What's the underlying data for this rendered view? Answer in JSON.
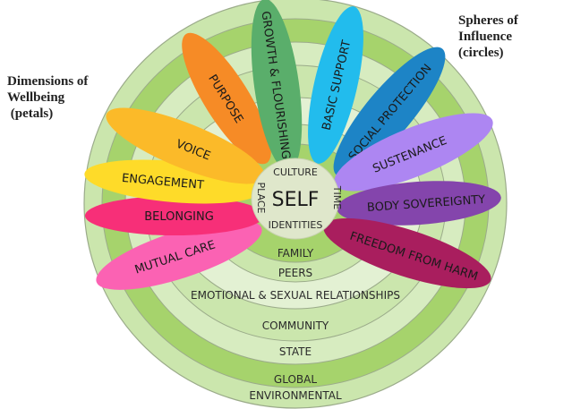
{
  "labels": {
    "left": "Dimensions of\nWellbeing\n (petals)",
    "right": "Spheres of\nInfluence\n(circles)"
  },
  "center": {
    "title": "SELF",
    "top": "CULTURE",
    "left": "PLACE",
    "right": "TIME",
    "bottom": "IDENTITIES",
    "fill": "#dfe7cb"
  },
  "spheres": [
    {
      "label": "FAMILY",
      "fill": "#a6d36c"
    },
    {
      "label": "PEERS",
      "fill": "#cbe6ad"
    },
    {
      "label": "EMOTIONAL & SEXUAL RELATIONSHIPS",
      "fill": "#e3f1d3"
    },
    {
      "label": "COMMUNITY",
      "fill": "#cbe6ad"
    },
    {
      "label": "STATE",
      "fill": "#d7ecc0"
    },
    {
      "label": "GLOBAL",
      "fill": "#a6d36c"
    },
    {
      "label": "ENVIRONMENTAL",
      "fill": "#cbe6ad"
    }
  ],
  "petals": [
    {
      "label": "PURPOSE",
      "color": "#f68b26"
    },
    {
      "label": "GROWTH & FLOURISHING",
      "color": "#5aae6b"
    },
    {
      "label": "BASIC SUPPORT",
      "color": "#22bced"
    },
    {
      "label": "SOCIAL PROTECTION",
      "color": "#1d84c6"
    },
    {
      "label": "SUSTENANCE",
      "color": "#ad86f2"
    },
    {
      "label": "BODY SOVEREIGNTY",
      "color": "#8445ac"
    },
    {
      "label": "FREEDOM FROM HARM",
      "color": "#a91e5e"
    },
    {
      "label": "MUTUAL CARE",
      "color": "#fb62b3"
    },
    {
      "label": "BELONGING",
      "color": "#f72f78"
    },
    {
      "label": "ENGAGEMENT",
      "color": "#fedb29"
    },
    {
      "label": "VOICE",
      "color": "#fbba29"
    }
  ]
}
